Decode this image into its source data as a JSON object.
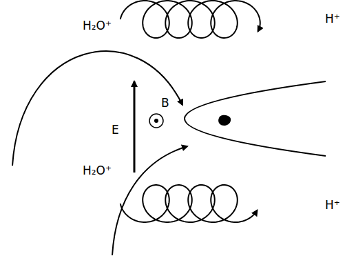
{
  "diagram": {
    "labels": [
      "H₂O⁺",
      "H⁺",
      "E",
      "B",
      "H₂O⁺",
      "H⁺"
    ]
  }
}
